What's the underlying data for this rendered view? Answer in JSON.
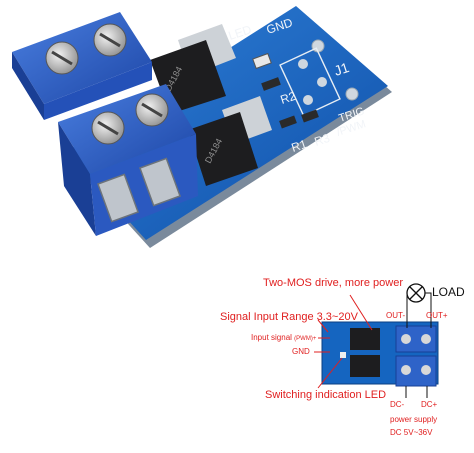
{
  "photo": {
    "led_label": "LED",
    "gnd_label": "GND",
    "j1_label": "J1",
    "r2_label": "R2",
    "r1_label": "R1",
    "r3_label": "R3",
    "trig_label": "TRIG",
    "pwm_label": "/PWM",
    "mosfet_top_text": "D4184",
    "mosfet_bottom_text": "D4184"
  },
  "diagram": {
    "top_heading": "Two-MOS drive, more power",
    "load_label": "LOAD",
    "signal_range": "Signal Input Range  3.3~20V",
    "input_signal_prefix": "Input signal",
    "input_signal_pwm": "(PWM)+",
    "gnd_label": "GND",
    "led_label": "Switching indication LED",
    "out_minus": "OUT-",
    "out_plus": "OUT+",
    "dc_minus": "DC-",
    "dc_plus": "DC+",
    "power_supply": "power supply",
    "dc_range": "DC 5V~36V"
  },
  "colors": {
    "pcb_blue": "#1565c0",
    "terminal_blue": "#2e63c8",
    "annotation_red": "#e02020"
  }
}
